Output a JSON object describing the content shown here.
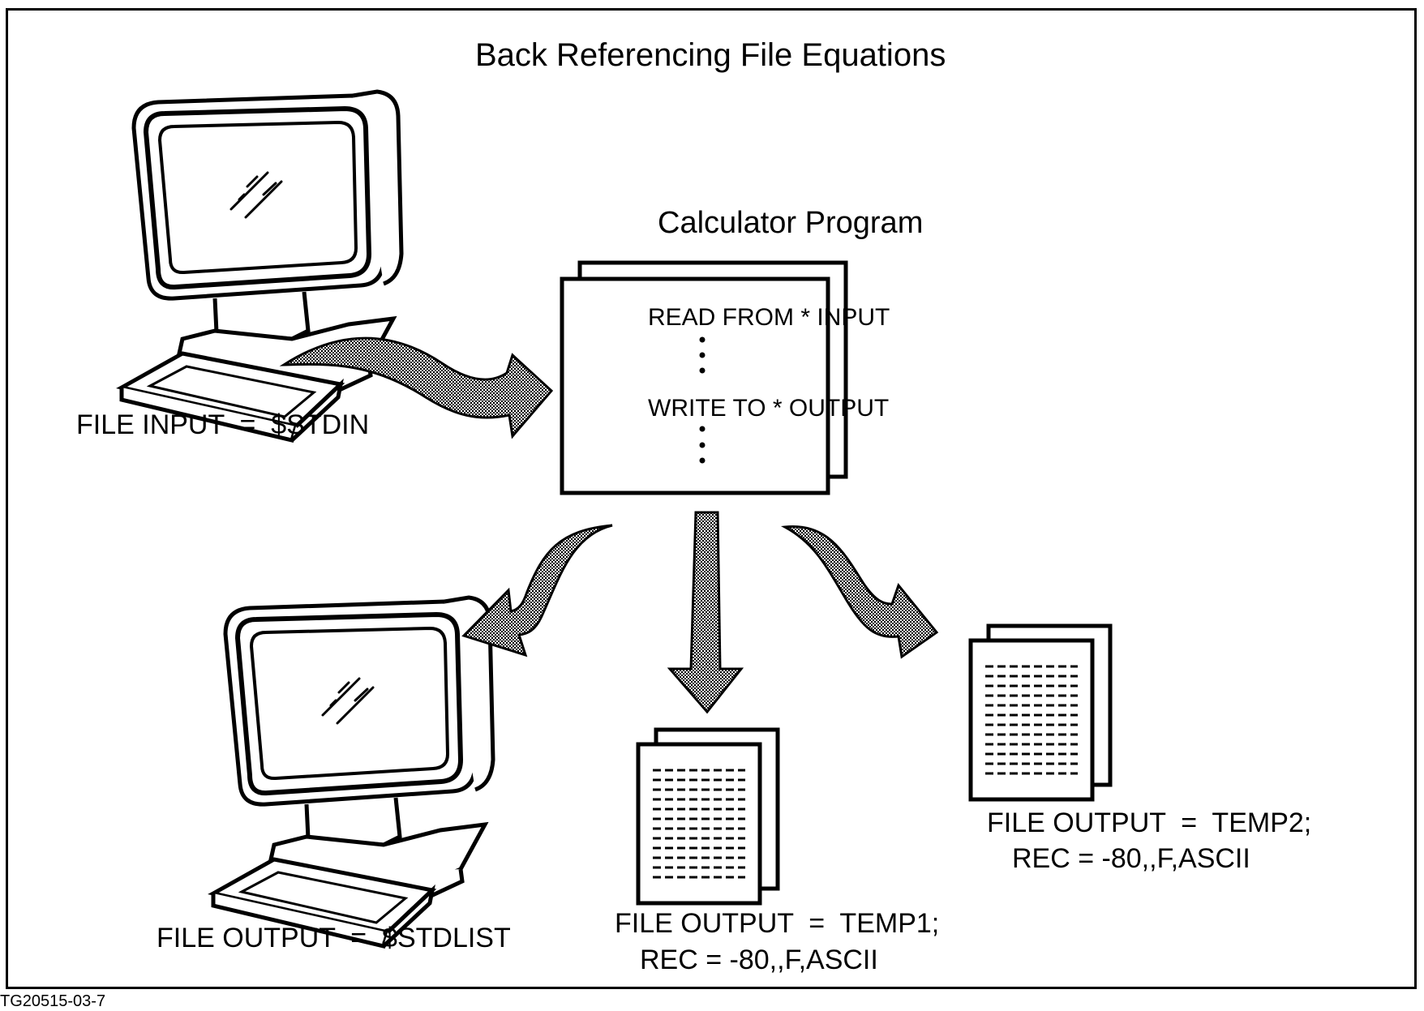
{
  "title": "Back Referencing File Equations",
  "program": {
    "heading": "Calculator Program",
    "line_read": "READ FROM * INPUT",
    "line_write": "WRITE TO * OUTPUT"
  },
  "labels": {
    "input": "FILE INPUT  =  $STDIN",
    "stdlist": "FILE OUTPUT  =  $STDLIST",
    "temp1_line1": "FILE OUTPUT  =  TEMP1;",
    "temp1_line2": "REC = -80,,F,ASCII",
    "temp2_line1": "FILE OUTPUT  =  TEMP2;",
    "temp2_line2": "REC = -80,,F,ASCII"
  },
  "figure_id": "TG20515-03-7"
}
